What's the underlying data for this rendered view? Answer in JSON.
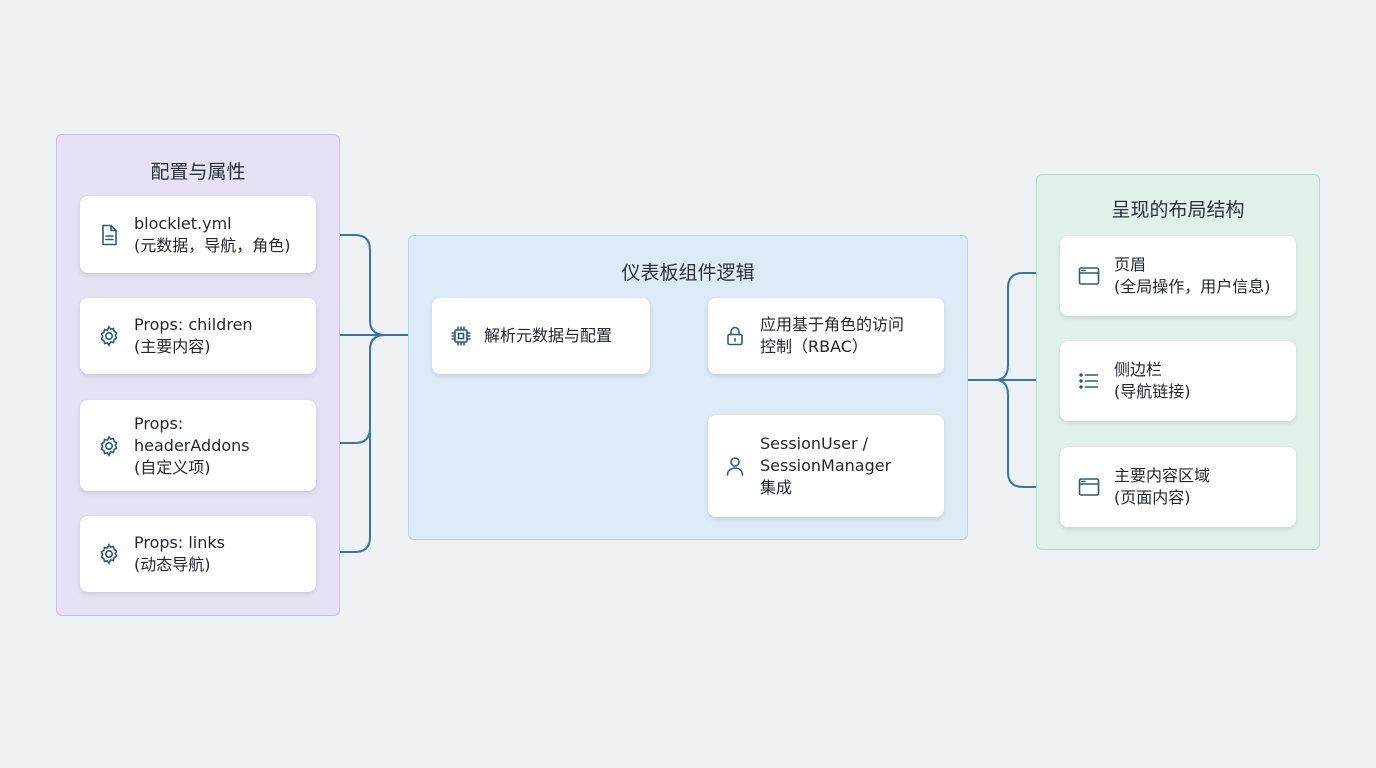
{
  "groups": {
    "config": {
      "title": "配置与属性",
      "cards": [
        {
          "icon": "document-icon",
          "lines": [
            "blocklet.yml",
            "(元数据，导航，角色)"
          ]
        },
        {
          "icon": "gear-icon",
          "lines": [
            "Props: children",
            "(主要内容)"
          ]
        },
        {
          "icon": "gear-icon",
          "lines": [
            "Props:",
            "headerAddons",
            "(自定义项)"
          ]
        },
        {
          "icon": "gear-icon",
          "lines": [
            "Props: links",
            "(动态导航)"
          ]
        }
      ]
    },
    "dashboard": {
      "title": "仪表板组件逻辑",
      "cards": {
        "parse": {
          "icon": "chip-icon",
          "lines": [
            "解析元数据与配置"
          ]
        },
        "rbac": {
          "icon": "lock-icon",
          "lines": [
            "应用基于角色的访问",
            "控制（RBAC）"
          ]
        },
        "session": {
          "icon": "user-icon",
          "lines": [
            "SessionUser /",
            "SessionManager",
            "集成"
          ]
        }
      }
    },
    "layout": {
      "title": "呈现的布局结构",
      "cards": [
        {
          "icon": "browser-window-icon",
          "lines": [
            "页眉",
            "(全局操作，用户信息)"
          ]
        },
        {
          "icon": "list-icon",
          "lines": [
            "侧边栏",
            "(导航链接)"
          ]
        },
        {
          "icon": "browser-window-icon",
          "lines": [
            "主要内容区域",
            "(页面内容)"
          ]
        }
      ]
    }
  },
  "colors": {
    "config_bg": "#e6e1f5",
    "dashboard_bg": "#dcebf7",
    "layout_bg": "#e0f1ea",
    "arrow": "#3a73a8",
    "icon": "#2f5d6e"
  }
}
